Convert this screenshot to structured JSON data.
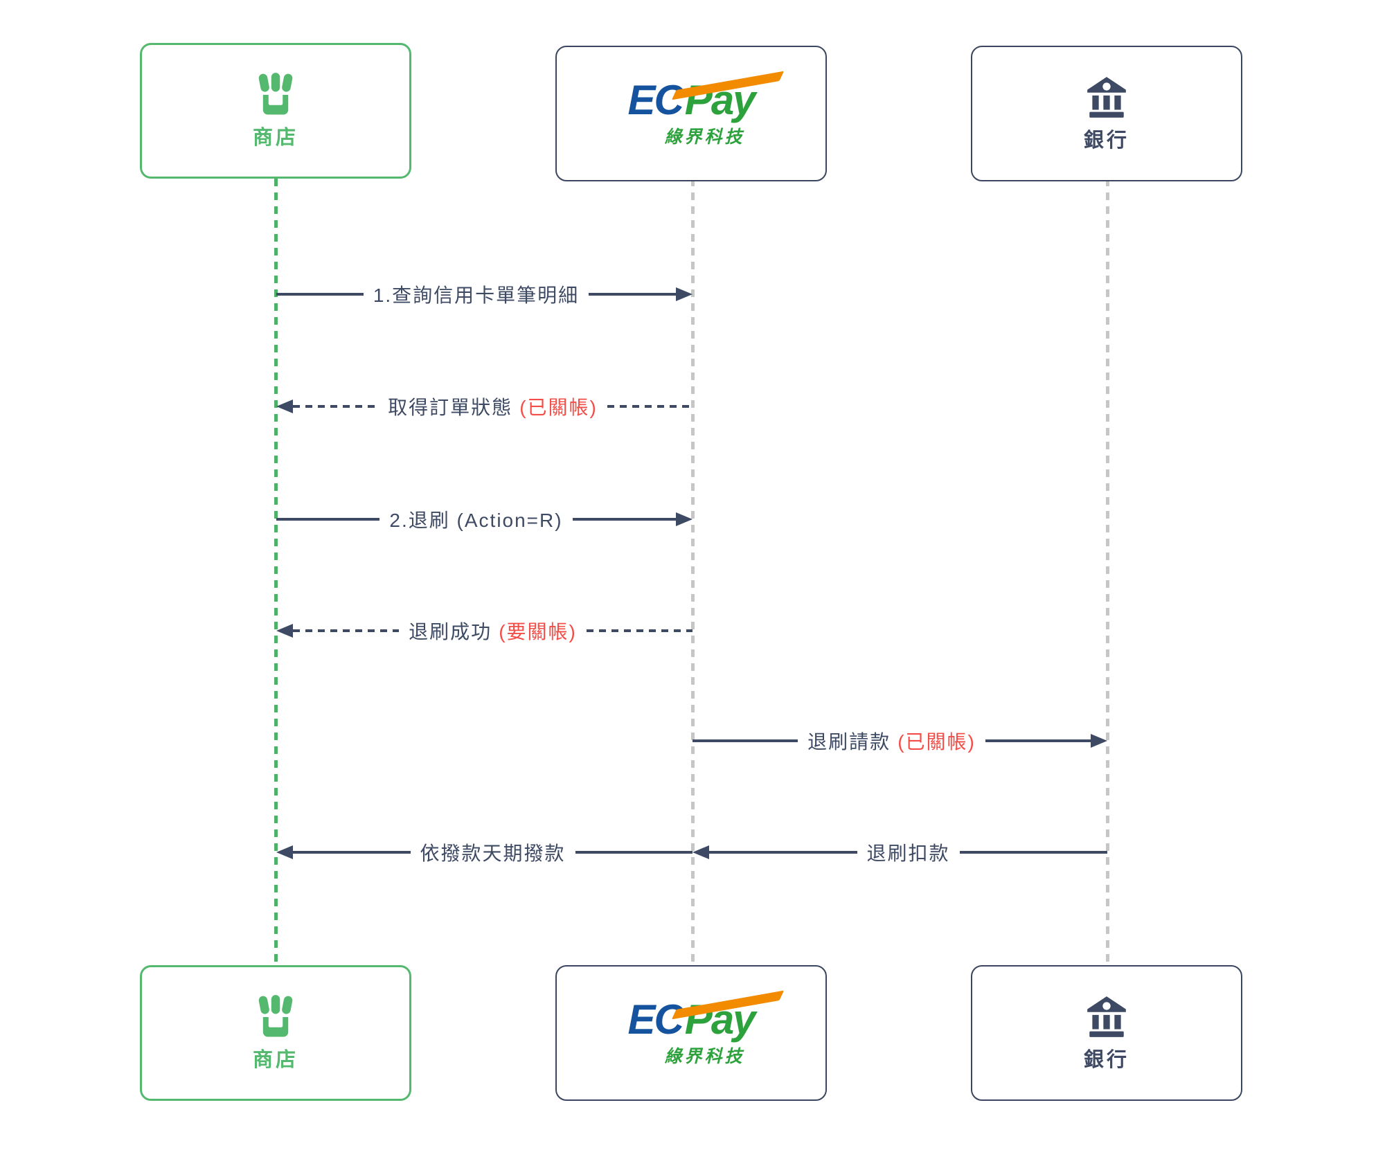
{
  "colors": {
    "actor_green": "#54b96e",
    "line_navy": "#3e4a63",
    "lifeline_gray": "#c6c6c6",
    "note_red": "#f24d46",
    "logo_blue": "#15539e",
    "logo_green": "#2da13c",
    "logo_orange": "#f28b00"
  },
  "actors": {
    "shop": {
      "label": "商店"
    },
    "ecpay": {
      "logo_ec": "EC",
      "logo_pay": "Pay",
      "logo_subtitle": "綠界科技"
    },
    "bank": {
      "label": "銀行"
    }
  },
  "messages": [
    {
      "text": "1.查詢信用卡單筆明細",
      "note": "",
      "from": "shop",
      "to": "ecpay",
      "style": "solid",
      "direction": "right"
    },
    {
      "text": "取得訂單狀態",
      "note": "(已關帳)",
      "from": "ecpay",
      "to": "shop",
      "style": "dashed",
      "direction": "left"
    },
    {
      "text": "2.退刷 (Action=R)",
      "note": "",
      "from": "shop",
      "to": "ecpay",
      "style": "solid",
      "direction": "right"
    },
    {
      "text": "退刷成功",
      "note": "(要關帳)",
      "from": "ecpay",
      "to": "shop",
      "style": "dashed",
      "direction": "left"
    },
    {
      "text": "退刷請款",
      "note": "(已關帳)",
      "from": "ecpay",
      "to": "bank",
      "style": "solid",
      "direction": "right"
    },
    {
      "text": "依撥款天期撥款",
      "note": "",
      "from": "ecpay",
      "to": "shop",
      "style": "solid",
      "direction": "left"
    },
    {
      "text": "退刷扣款",
      "note": "",
      "from": "bank",
      "to": "ecpay",
      "style": "solid",
      "direction": "left"
    }
  ]
}
